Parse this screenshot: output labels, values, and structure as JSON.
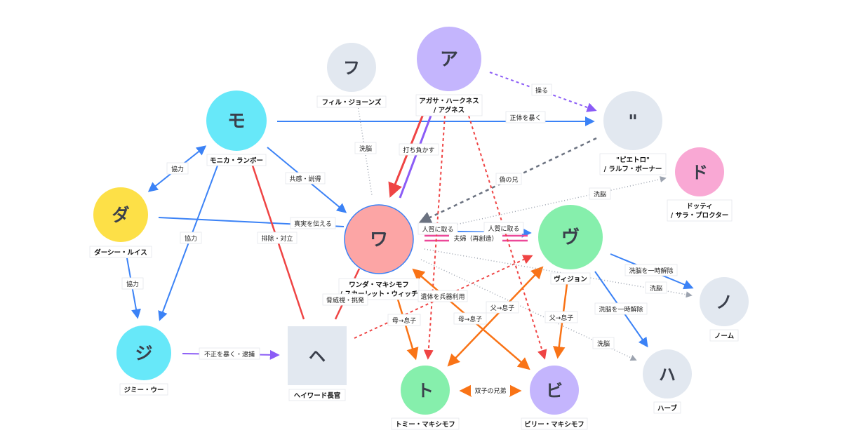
{
  "nodes": [
    {
      "id": "phil",
      "glyph": "フ",
      "name": [
        "フィル・ジョーンズ"
      ],
      "color": "#e2e8f0"
    },
    {
      "id": "agatha",
      "glyph": "ア",
      "name": [
        "アガサ・ハークネス",
        "/ アグネス"
      ],
      "color": "#c4b5fd"
    },
    {
      "id": "pietro",
      "glyph": "\"",
      "name": [
        "\"ピエトロ\"",
        "/ ラルフ・ボーナー"
      ],
      "color": "#e2e8f0"
    },
    {
      "id": "dottie",
      "glyph": "ド",
      "name": [
        "ドッティ",
        "/ サラ・プロクター"
      ],
      "color": "#f9a8d4"
    },
    {
      "id": "monica",
      "glyph": "モ",
      "name": [
        "モニカ・ランボー"
      ],
      "color": "#67e8f9"
    },
    {
      "id": "darcy",
      "glyph": "ダ",
      "name": [
        "ダーシー・ルイス"
      ],
      "color": "#fde047"
    },
    {
      "id": "wanda",
      "glyph": "ワ",
      "name": [
        "ワンダ・マキシモフ",
        "/ スカーレット・ウィッチ"
      ],
      "color": "#fca5a5"
    },
    {
      "id": "vision",
      "glyph": "ヴ",
      "name": [
        "ヴィジョン"
      ],
      "color": "#86efac"
    },
    {
      "id": "norm",
      "glyph": "ノ",
      "name": [
        "ノーム"
      ],
      "color": "#e2e8f0"
    },
    {
      "id": "jimmy",
      "glyph": "ジ",
      "name": [
        "ジミー・ウー"
      ],
      "color": "#67e8f9"
    },
    {
      "id": "hayward",
      "glyph": "ヘ",
      "name": [
        "ヘイワード長官"
      ],
      "color": "#e2e8f0"
    },
    {
      "id": "tommy",
      "glyph": "ト",
      "name": [
        "トミー・マキシモフ"
      ],
      "color": "#86efac"
    },
    {
      "id": "billy",
      "glyph": "ビ",
      "name": [
        "ビリー・マキシモフ"
      ],
      "color": "#c4b5fd"
    },
    {
      "id": "herb",
      "glyph": "ハ",
      "name": [
        "ハーブ"
      ],
      "color": "#e2e8f0"
    }
  ],
  "edges": [
    {
      "label": "操る",
      "color": "#8b5cf6",
      "style": "dotted"
    },
    {
      "label": "正体を暴く",
      "color": "#3b82f6",
      "style": "solid"
    },
    {
      "label": "洗脳",
      "color": "#9ca3af",
      "style": "dotted"
    },
    {
      "label": "打ち負かす",
      "color": "#ef4444",
      "style": "solid"
    },
    {
      "label": "偽の兄",
      "color": "#6b7280",
      "style": "dotted"
    },
    {
      "label": "洗脳",
      "color": "#9ca3af",
      "style": "dotted"
    },
    {
      "label": "協力",
      "color": "#3b82f6",
      "style": "solid"
    },
    {
      "label": "共感・説得",
      "color": "#3b82f6",
      "style": "solid"
    },
    {
      "label": "真実を伝える",
      "color": "#3b82f6",
      "style": "solid"
    },
    {
      "label": "人質に取る",
      "color": "#3b82f6",
      "style": "solid"
    },
    {
      "label": "人質に取る",
      "color": "#3b82f6",
      "style": "solid"
    },
    {
      "label": "夫婦（再創造）",
      "color": "#ec4899",
      "style": "double"
    },
    {
      "label": "協力",
      "color": "#3b82f6",
      "style": "solid"
    },
    {
      "label": "排除・対立",
      "color": "#ef4444",
      "style": "solid"
    },
    {
      "label": "協力",
      "color": "#3b82f6",
      "style": "solid"
    },
    {
      "label": "不正を暴く・逮捕",
      "color": "#8b5cf6",
      "style": "solid"
    },
    {
      "label": "脅威視・挑発",
      "color": "#ef4444",
      "style": "solid"
    },
    {
      "label": "遺体を兵器利用",
      "color": "#ef4444",
      "style": "dotted"
    },
    {
      "label": "母→息子",
      "color": "#f97316",
      "style": "solid"
    },
    {
      "label": "母→息子",
      "color": "#f97316",
      "style": "solid"
    },
    {
      "label": "父→息子",
      "color": "#f97316",
      "style": "solid"
    },
    {
      "label": "父→息子",
      "color": "#f97316",
      "style": "solid"
    },
    {
      "label": "双子の兄弟",
      "color": "#f97316",
      "style": "solid"
    },
    {
      "label": "洗脳を一時解除",
      "color": "#3b82f6",
      "style": "solid"
    },
    {
      "label": "洗脳を一時解除",
      "color": "#3b82f6",
      "style": "solid"
    },
    {
      "label": "洗脳",
      "color": "#9ca3af",
      "style": "dotted"
    },
    {
      "label": "洗脳",
      "color": "#9ca3af",
      "style": "dotted"
    }
  ]
}
